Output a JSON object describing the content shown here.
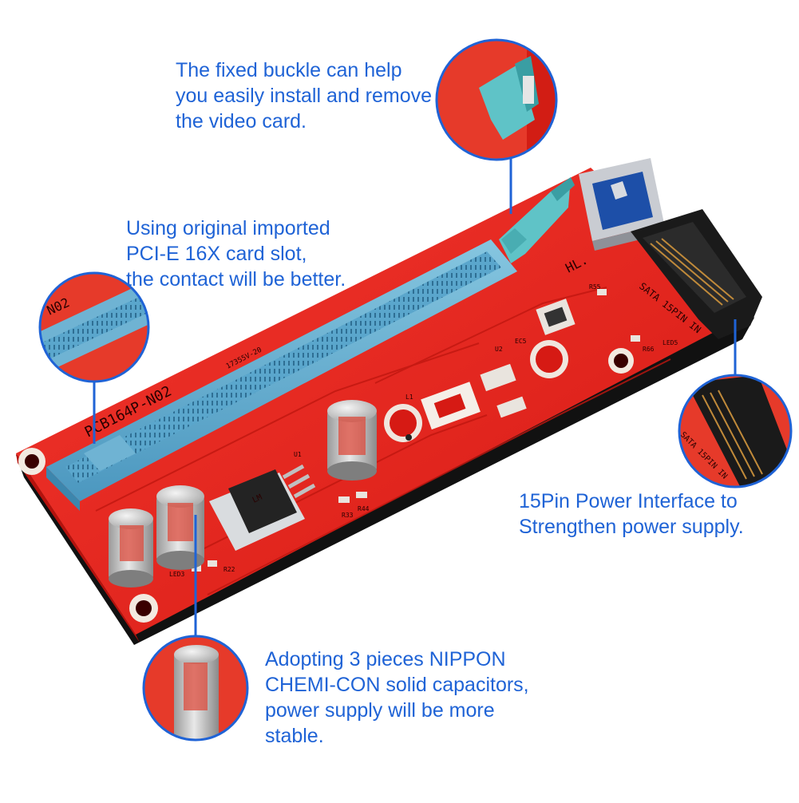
{
  "callouts": [
    {
      "id": "buckle",
      "lines": [
        "The fixed buckle can help",
        "you easily install and remove",
        "the video card."
      ]
    },
    {
      "id": "slot",
      "lines": [
        "Using original imported",
        "PCI-E 16X card slot,",
        "the contact will be better."
      ]
    },
    {
      "id": "power",
      "lines": [
        "15Pin Power Interface to",
        "Strengthen power supply."
      ]
    },
    {
      "id": "capacitors",
      "lines": [
        "Adopting 3 pieces NIPPON",
        "CHEMI-CON solid capacitors,",
        "power supply will be more",
        "stable."
      ]
    }
  ],
  "board_markings": {
    "model": "PCB164P-N02",
    "model_short": "N02",
    "logo": "HL.",
    "sata_label": "SATA 15PIN IN",
    "date_code": "17355V-20",
    "chip_u1": "U1",
    "chip_u2": "U2",
    "ec5": "EC5",
    "l1": "L1",
    "r33": "R33",
    "r44": "R44",
    "r22": "R22",
    "r55": "R55",
    "r66": "R66",
    "led3": "LED3",
    "led5": "LED5",
    "regulator_text": "LM"
  },
  "colors": {
    "caption_text": "#1f63d6",
    "pointer_line": "#1f63d6",
    "pcb_red": "#e8241c",
    "slot_blue": "#6fb3d3",
    "clip_teal": "#5fc3c7"
  }
}
